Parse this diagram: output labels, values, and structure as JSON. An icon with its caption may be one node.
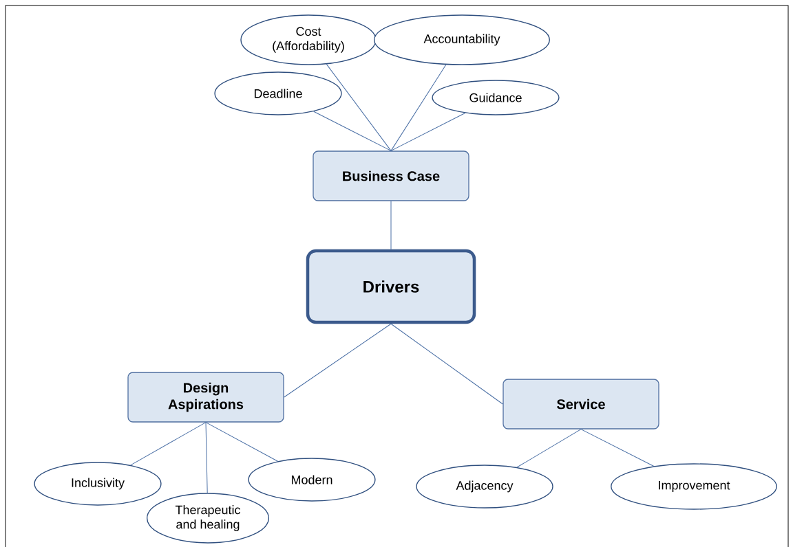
{
  "diagram": {
    "nodes": [
      {
        "text": [
          "Cost (Affordability)"
        ]
      },
      {
        "text": [
          "Accountability"
        ]
      },
      {
        "text": [
          "Deadline"
        ]
      },
      {
        "text": [
          "Guidance"
        ]
      },
      {
        "text": [
          "Business Case"
        ]
      },
      {
        "text": [
          "Drivers"
        ]
      },
      {
        "text": [
          "Design Aspirations"
        ]
      },
      {
        "text": [
          "Service"
        ]
      },
      {
        "text": [
          "Inclusivity"
        ]
      },
      {
        "text": [
          "Therapeutic and healing"
        ]
      },
      {
        "text": [
          "Modern"
        ]
      },
      {
        "text": [
          "Adjacency"
        ]
      },
      {
        "text": [
          "Improvement"
        ]
      }
    ],
    "edges": [
      {
        "from": 4,
        "to": 0,
        "arrow": "none"
      },
      {
        "from": 4,
        "to": 1,
        "arrow": "none"
      },
      {
        "from": 4,
        "to": 2,
        "arrow": "none"
      },
      {
        "from": 4,
        "to": 3,
        "arrow": "none"
      },
      {
        "from": 4,
        "to": 5,
        "arrow": "none"
      },
      {
        "from": 5,
        "to": 6,
        "arrow": "none"
      },
      {
        "from": 5,
        "to": 7,
        "arrow": "none"
      },
      {
        "from": 6,
        "to": 8,
        "arrow": "none"
      },
      {
        "from": 6,
        "to": 9,
        "arrow": "none"
      },
      {
        "from": 6,
        "to": 10,
        "arrow": "none"
      },
      {
        "from": 7,
        "to": 11,
        "arrow": "none"
      },
      {
        "from": 7,
        "to": 12,
        "arrow": "none"
      }
    ]
  }
}
